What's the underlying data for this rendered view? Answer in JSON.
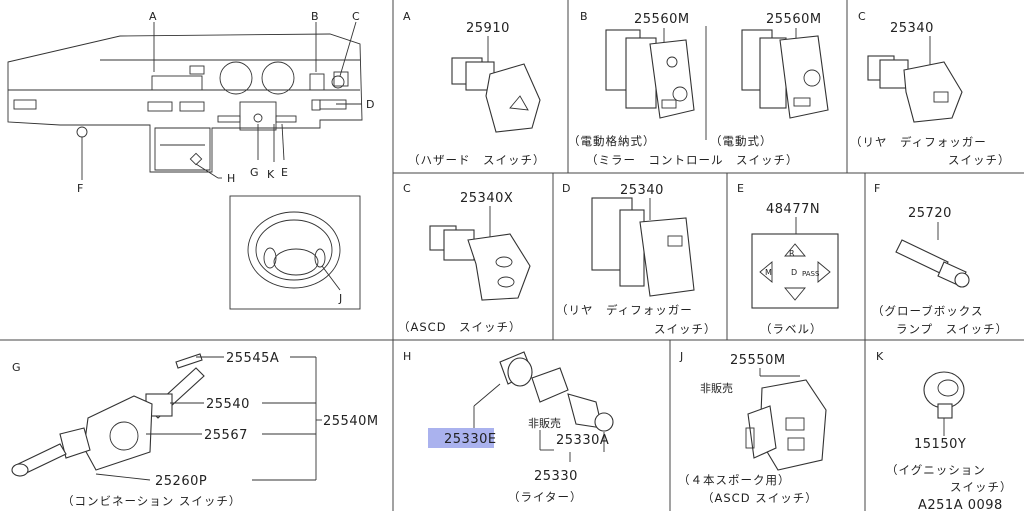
{
  "dashboard": {
    "letters": [
      "A",
      "B",
      "C",
      "D",
      "E",
      "F",
      "G",
      "H",
      "J",
      "K"
    ]
  },
  "panels": {
    "A": {
      "letter": "A",
      "parts": [
        "25910"
      ],
      "caption": [
        "（ハザード　スイッチ）"
      ]
    },
    "B": {
      "letter": "B",
      "parts": [
        "25560M",
        "25560M"
      ],
      "subcaptions": [
        "（電動格納式）",
        "（電動式）"
      ],
      "caption": [
        "（ミラー　コントロール　スイッチ）"
      ]
    },
    "C1": {
      "letter": "C",
      "parts": [
        "25340"
      ],
      "caption": [
        "（リヤ　ディフォッガー",
        "スイッチ）"
      ]
    },
    "C2": {
      "letter": "C",
      "parts": [
        "25340X"
      ],
      "caption": [
        "（ASCD　スイッチ）"
      ]
    },
    "D": {
      "letter": "D",
      "parts": [
        "25340"
      ],
      "caption": [
        "（リヤ　ディフォッガー",
        "スイッチ）"
      ]
    },
    "E": {
      "letter": "E",
      "parts": [
        "48477N"
      ],
      "caption": [
        "（ラベル）"
      ],
      "label_glyphs": [
        "R",
        "M",
        "D",
        "PASS"
      ]
    },
    "F": {
      "letter": "F",
      "parts": [
        "25720"
      ],
      "caption": [
        "（グローブボックス",
        "ランプ　スイッチ）"
      ]
    },
    "G": {
      "letter": "G",
      "parts": [
        "25545A",
        "25540",
        "25567",
        "25260P",
        "25540M"
      ],
      "caption": [
        "（コンビネーション スイッチ）"
      ]
    },
    "H": {
      "letter": "H",
      "parts": [
        "25330E",
        "25330A",
        "25330"
      ],
      "note": "非販売",
      "caption": [
        "（ライター）"
      ]
    },
    "J": {
      "letter": "J",
      "parts": [
        "25550M"
      ],
      "note": "非販売",
      "caption": [
        "（４本スポーク用）",
        "（ASCD スイッチ）"
      ]
    },
    "K": {
      "letter": "K",
      "parts": [
        "15150Y"
      ],
      "caption": [
        "（イグニッション",
        "スイッチ）"
      ]
    }
  },
  "diagram_code": "A251A 0098",
  "highlight_part": "25330E",
  "colors": {
    "highlight": "#aab2ee",
    "line": "#444444"
  }
}
